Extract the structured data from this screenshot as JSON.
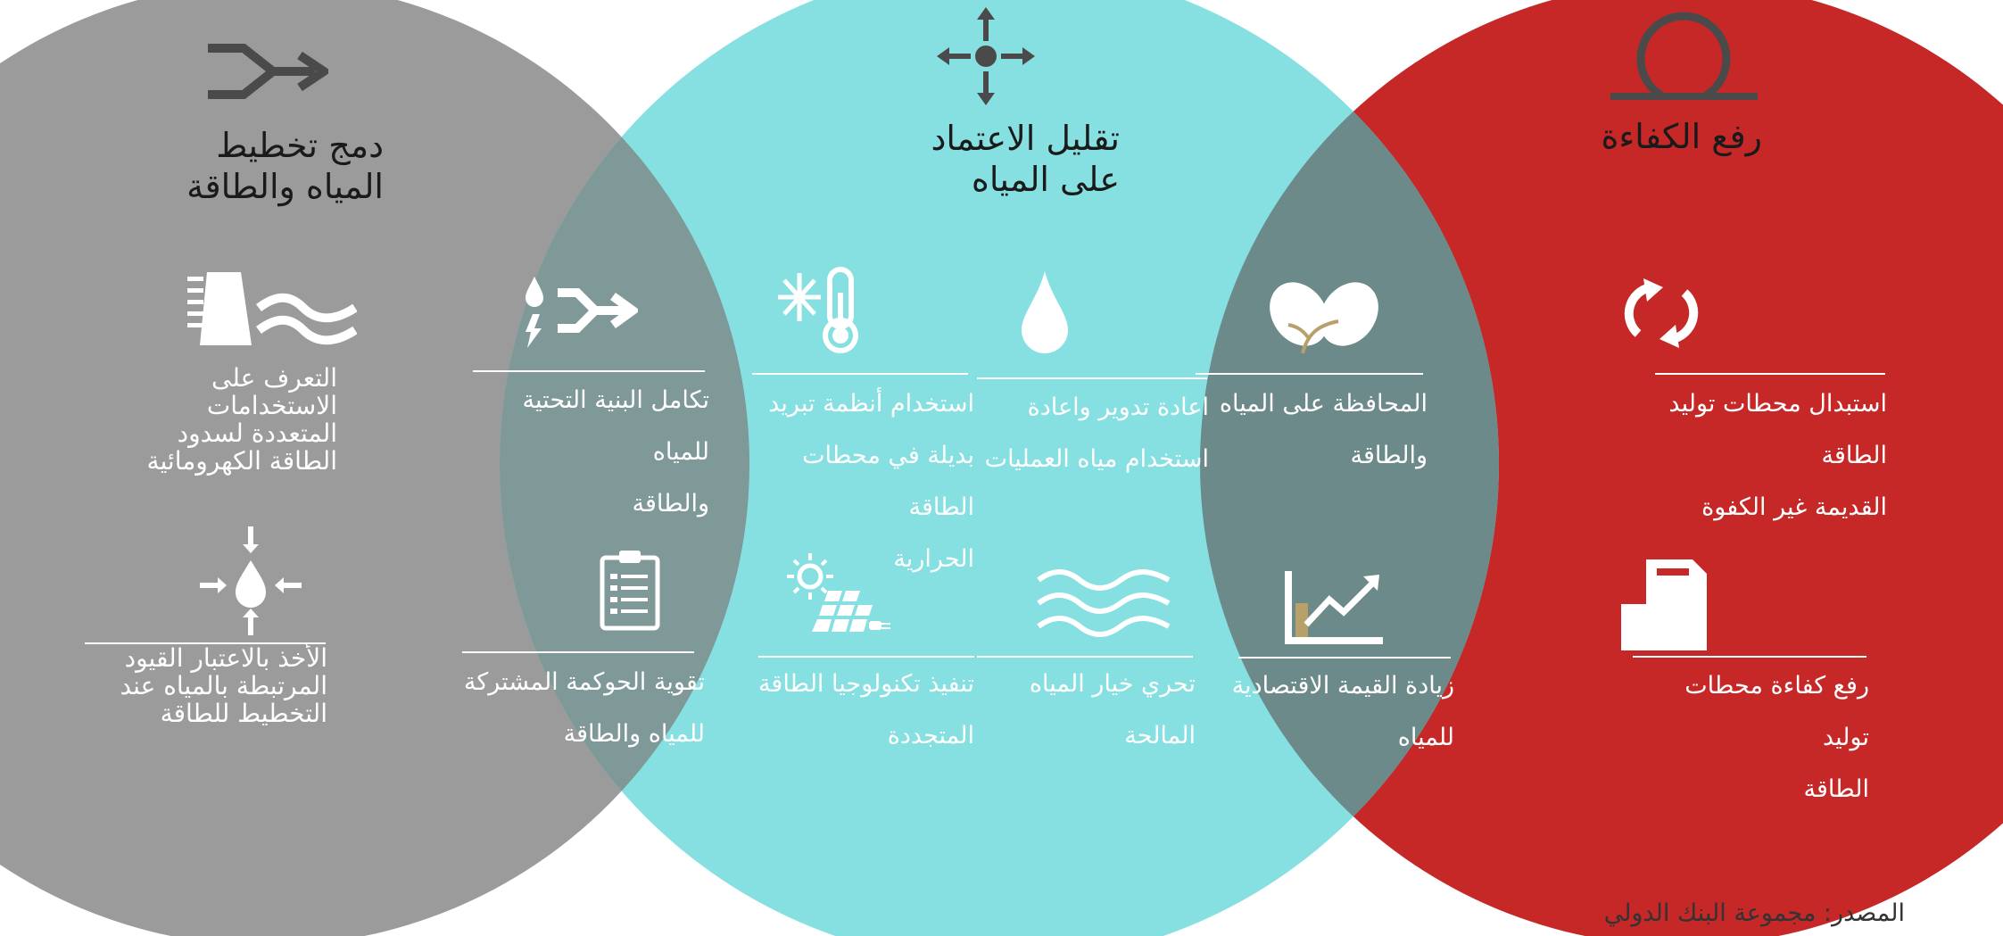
{
  "colors": {
    "gray": "#9b9b9b",
    "cyan": "#86dfe0",
    "red": "#c62828",
    "overlap": "#6c8a8a",
    "dark": "#4a4a4a"
  },
  "circles": {
    "left": {
      "title_l1": "دمج تخطيط",
      "title_l2": "المياه والطاقة",
      "icon": "merge-arrows-icon",
      "item1": {
        "icon": "dam-icon",
        "l1": "التعرف على",
        "l2": "الاستخدامات",
        "l3": "المتعددة لسدود",
        "l4": "الطاقة الكهرومائية"
      },
      "item2": {
        "icon": "water-constraint-icon",
        "l1": "الأخذ بالاعتبار القيود",
        "l2": "المرتبطة بالمياه عند",
        "l3": "التخطيط للطاقة"
      }
    },
    "middle": {
      "title_l1": "تقليل الاعتماد",
      "title_l2": "على المياه",
      "icon": "move-arrows-icon",
      "item1": {
        "icon": "thermometer-snowflake-icon",
        "l1": "استخدام أنظمة تبريد",
        "l2": "بديلة في محطات الطاقة",
        "l3": "الحرارية"
      },
      "item2": {
        "icon": "water-drop-icon",
        "l1": "اعادة تدوير واعادة",
        "l2": "استخدام مياه العمليات"
      },
      "item3": {
        "icon": "solar-panel-icon",
        "l1": "تنفيذ تكنولوجيا الطاقة",
        "l2": "المتجددة"
      },
      "item4": {
        "icon": "waves-icon",
        "l1": "تحري خيار المياه",
        "l2": "المالحة"
      }
    },
    "right": {
      "title_l1": "رفع الكفاءة",
      "icon": "loop-icon",
      "item1": {
        "icon": "recycle-arrows-icon",
        "l1": "استبدال محطات توليد الطاقة",
        "l2": "القديمة غير الكفوة"
      },
      "item2": {
        "icon": "power-plant-icon",
        "l1": "رفع كفاءة محطات توليد",
        "l2": "الطاقة"
      }
    },
    "overlap_left": {
      "item1": {
        "icon": "drop-bolt-merge-icon",
        "l1": "تكامل البنية التحتية للمياه",
        "l2": "والطاقة"
      },
      "item2": {
        "icon": "clipboard-checklist-icon",
        "l1": "تقوية الحوكمة المشتركة",
        "l2": "للمياه والطاقة"
      }
    },
    "overlap_right": {
      "item1": {
        "icon": "leaves-icon",
        "l1": "المحافظة على المياه",
        "l2": "والطاقة"
      },
      "item2": {
        "icon": "growth-chart-icon",
        "l1": "زيادة القيمة الاقتصادية",
        "l2": "للمياه"
      }
    }
  },
  "source": "المصدر: مجموعة البنك الدولي"
}
